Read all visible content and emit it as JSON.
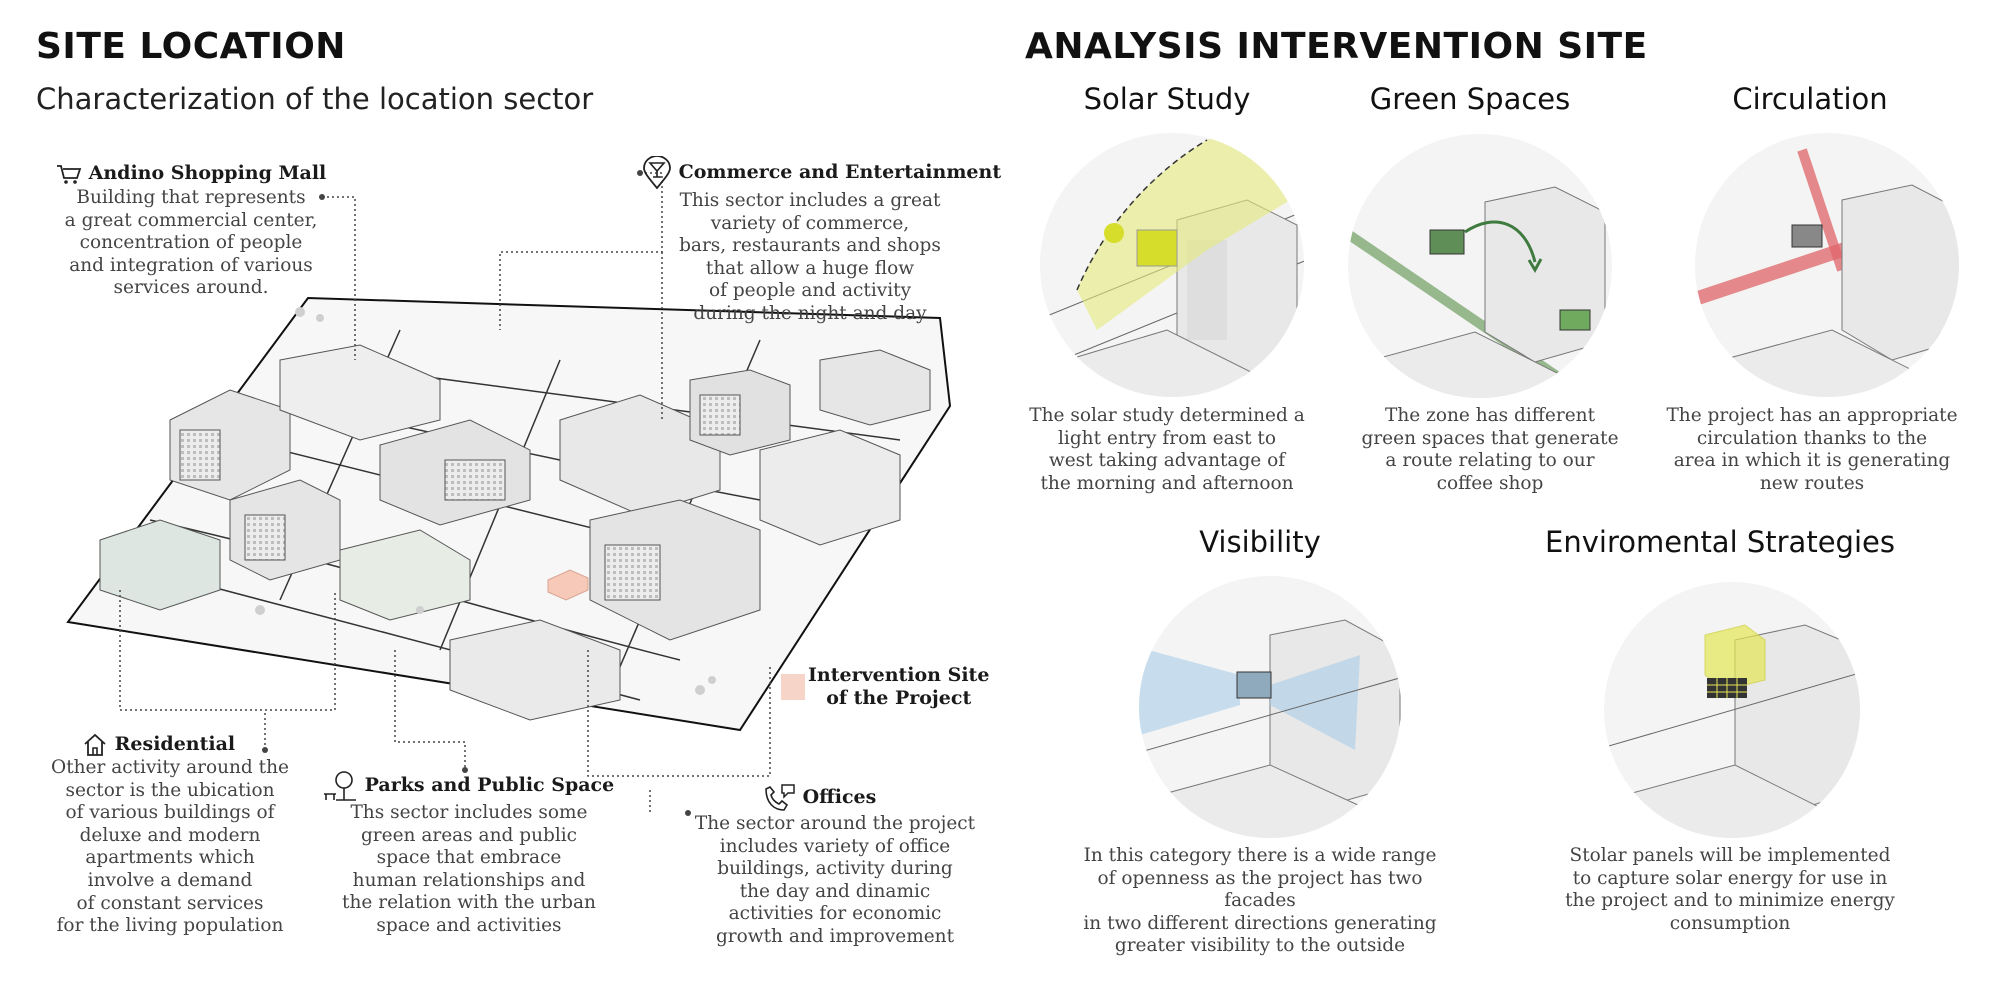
{
  "site": {
    "title": "SITE LOCATION",
    "subtitle": "Characterization of the location sector"
  },
  "annotations": {
    "mall": {
      "icon": "shopping-cart-icon",
      "title": "Andino Shopping Mall",
      "body": "Building that represents\na great commercial center,\nconcentration of people\nand integration of various\nservices around."
    },
    "commerce": {
      "icon": "cocktail-pin-icon",
      "title": "Commerce and Entertainment",
      "body": "This sector includes a great\nvariety of commerce,\nbars, restaurants and shops\nthat allow a huge flow\nof people and activity\nduring the night and day"
    },
    "intervention": {
      "title": "Intervention Site\nof the Project",
      "color": "#f6d5c8"
    },
    "residential": {
      "icon": "house-icon",
      "title": "Residential",
      "body": "Other activity around the\nsector is the ubication\nof various buildings of\ndeluxe and modern\napartments which\ninvolve a demand\nof constant services\nfor the living population"
    },
    "parks": {
      "icon": "park-tree-icon",
      "title": "Parks and Public Space",
      "body": "Ths sector includes some\ngreen areas and public\nspace that embrace\nhuman relationships  and\nthe relation with the urban\nspace and activities"
    },
    "offices": {
      "icon": "phone-chat-icon",
      "title": "Offices",
      "body": "The sector around the project\nincludes variety of office\nbuildings, activity during\nthe day and dinamic\nactivities for economic\ngrowth and improvement"
    }
  },
  "analysis": {
    "title": "ANALYSIS INTERVENTION SITE",
    "items": [
      {
        "title": "Solar Study",
        "desc": "The solar study determined a\nlight entry from east to\nwest taking advantage of\nthe morning and afternoon",
        "accent": "#dfe650"
      },
      {
        "title": "Green Spaces",
        "desc": "The zone has different\ngreen spaces that generate\na route relating to our\ncoffee shop",
        "accent": "#5a9a4e"
      },
      {
        "title": "Circulation",
        "desc": "The project has an appropriate\ncirculation thanks to the\narea in which it is generating\nnew routes",
        "accent": "#e0646a"
      },
      {
        "title": "Visibility",
        "desc": "In this category there is a wide range\nof openness  as the project has two facades\nin two different directions  generating\ngreater  visibility to the outside",
        "accent": "#a9cde8"
      },
      {
        "title": "Enviromental Strategies",
        "desc": "Stolar panels will be implemented\nto capture solar energy for use in\nthe project and to minimize energy\nconsumption",
        "accent": "#e4e654"
      }
    ]
  }
}
